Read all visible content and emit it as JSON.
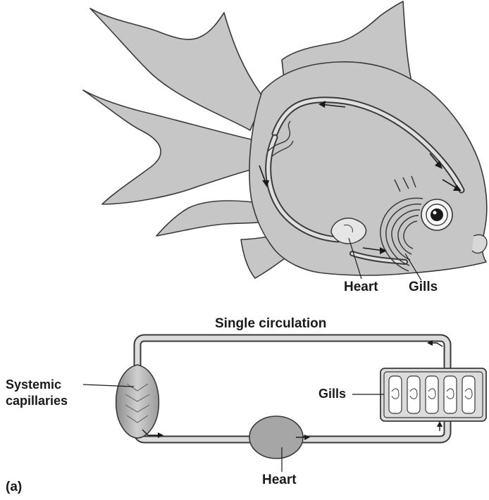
{
  "upper_labels": {
    "heart": "Heart",
    "gills": "Gills"
  },
  "lower_labels": {
    "title": "Single circulation",
    "systemic_line1": "Systemic",
    "systemic_line2": "capillaries",
    "gills": "Gills",
    "heart": "Heart",
    "panel": "(a)"
  },
  "colors": {
    "fish_fill": "#c6c6c6",
    "outline": "#3a3a3a",
    "vessel_fill": "#dcdcdc",
    "organ_fill": "#a6a6a6"
  }
}
